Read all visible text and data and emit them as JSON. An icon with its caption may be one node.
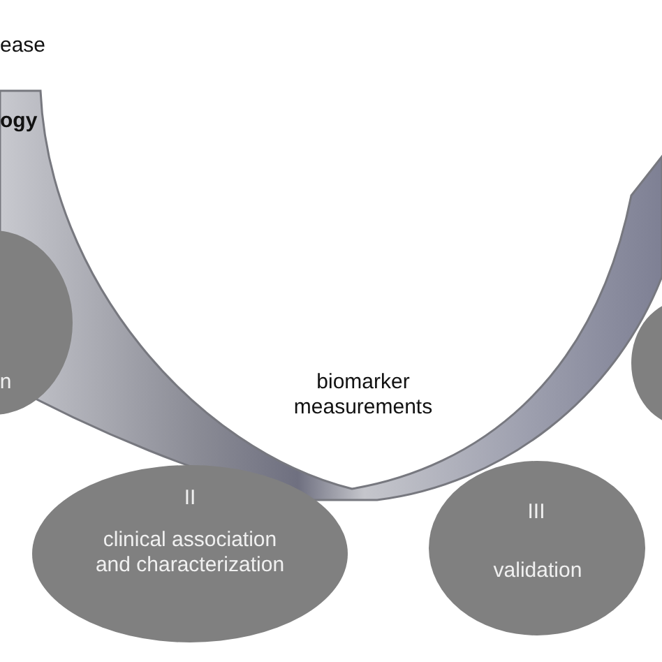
{
  "diagram": {
    "nodes": [
      {
        "text": [
          "n"
        ]
      },
      {
        "text": [
          "II",
          "clinical association and characterization"
        ]
      },
      {
        "text": [
          "III",
          "validation"
        ]
      },
      {
        "text": [],
        "shape": "ellipse"
      }
    ],
    "labels": [
      "ease",
      "ogy",
      "biomarker measurements"
    ]
  }
}
